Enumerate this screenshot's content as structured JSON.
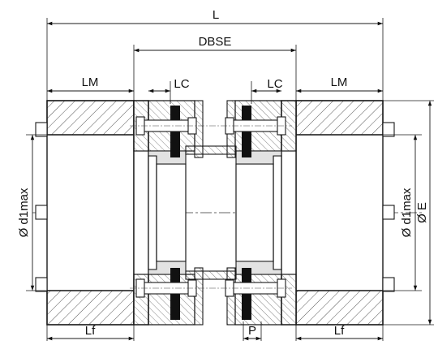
{
  "labels": {
    "overall_length": "L",
    "dbse": "DBSE",
    "lm_left": "LM",
    "lm_right": "LM",
    "lc_left": "LC",
    "lc_right": "LC",
    "bore_left": "Ø d1max",
    "bore_right": "Ø d1max",
    "outer_diameter": "Ø E",
    "lf_left": "Lf",
    "lf_right": "Lf",
    "gap": "P"
  },
  "colors": {
    "line": "#1a1a1a",
    "hatch": "#555555",
    "body_fill": "#ffffff",
    "section_fill": "#d9d9d9",
    "bolt_fill": "#ffffff",
    "washer_fill": "#111111"
  }
}
